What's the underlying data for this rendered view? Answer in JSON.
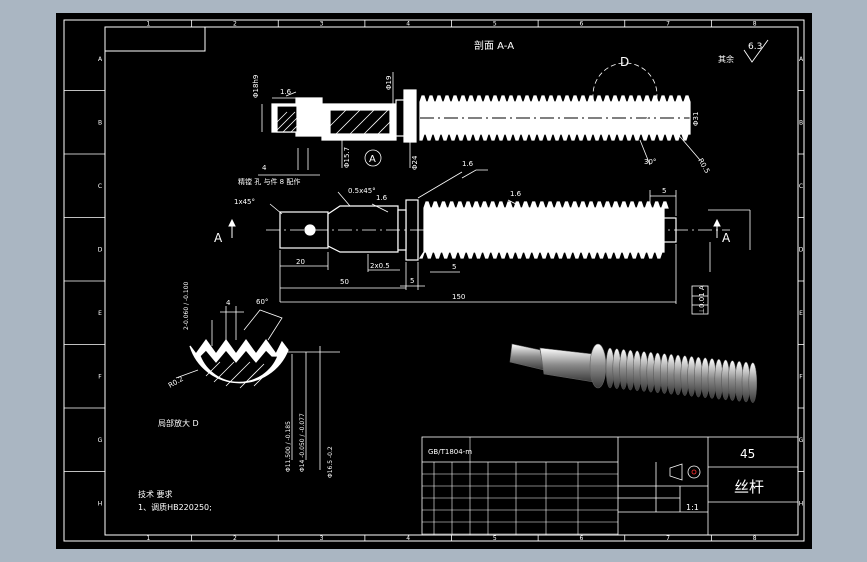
{
  "colors": {
    "background": "#aab6c2",
    "sheet": "#000000",
    "line": "#ffffff",
    "dim": "#ffffff"
  },
  "border": {
    "top_numbers": [
      "1",
      "2",
      "3",
      "4",
      "5",
      "6",
      "7",
      "8"
    ],
    "side_letters": [
      "A",
      "B",
      "C",
      "D",
      "E",
      "F",
      "G",
      "H"
    ]
  },
  "section": {
    "title": "剖面 A-A",
    "detail_letter": "D",
    "circle_mark": "A",
    "dims": {
      "d1": "Φ18h9",
      "d2": "Φ19",
      "d3": "Φ15.7",
      "d4": "Φ24",
      "d5": "Φ31",
      "r1": "1.6",
      "r2": "1.6",
      "w4": "4",
      "ang30": "30°",
      "r05": "R0.5",
      "hole_note": "精镗 孔 与件 8 配作"
    }
  },
  "roughness": {
    "value": "6.3",
    "note": "其余"
  },
  "main": {
    "label_left": "A",
    "label_right": "A",
    "dims": {
      "chamfer1": "1x45°",
      "chamfer2": "0.5x45°",
      "r16a": "1.6",
      "r16b": "1.6",
      "d20": "20",
      "d2x05": "2x0.5",
      "d5a": "5",
      "d5b": "5",
      "d5c": "5",
      "d50": "50",
      "d150": "150",
      "tol": "⊥0.01 A"
    }
  },
  "detail": {
    "title": "局部放大 D",
    "dims": {
      "d4": "4",
      "ang60": "60°",
      "tol": "2-0.060 / -0.100",
      "r02": "R0.2",
      "t1": "Φ11.500 / -0.185",
      "t2": "Φ14 -0.050 / -0.077",
      "t3": "Φ16.5 -0.2"
    }
  },
  "notes": {
    "title": "技术 要求",
    "line1": "1、调质HB220250;"
  },
  "titleblock": {
    "standard": "GB/T1804-m",
    "material": "45",
    "part_name": "丝杆",
    "scale": "1:1"
  }
}
